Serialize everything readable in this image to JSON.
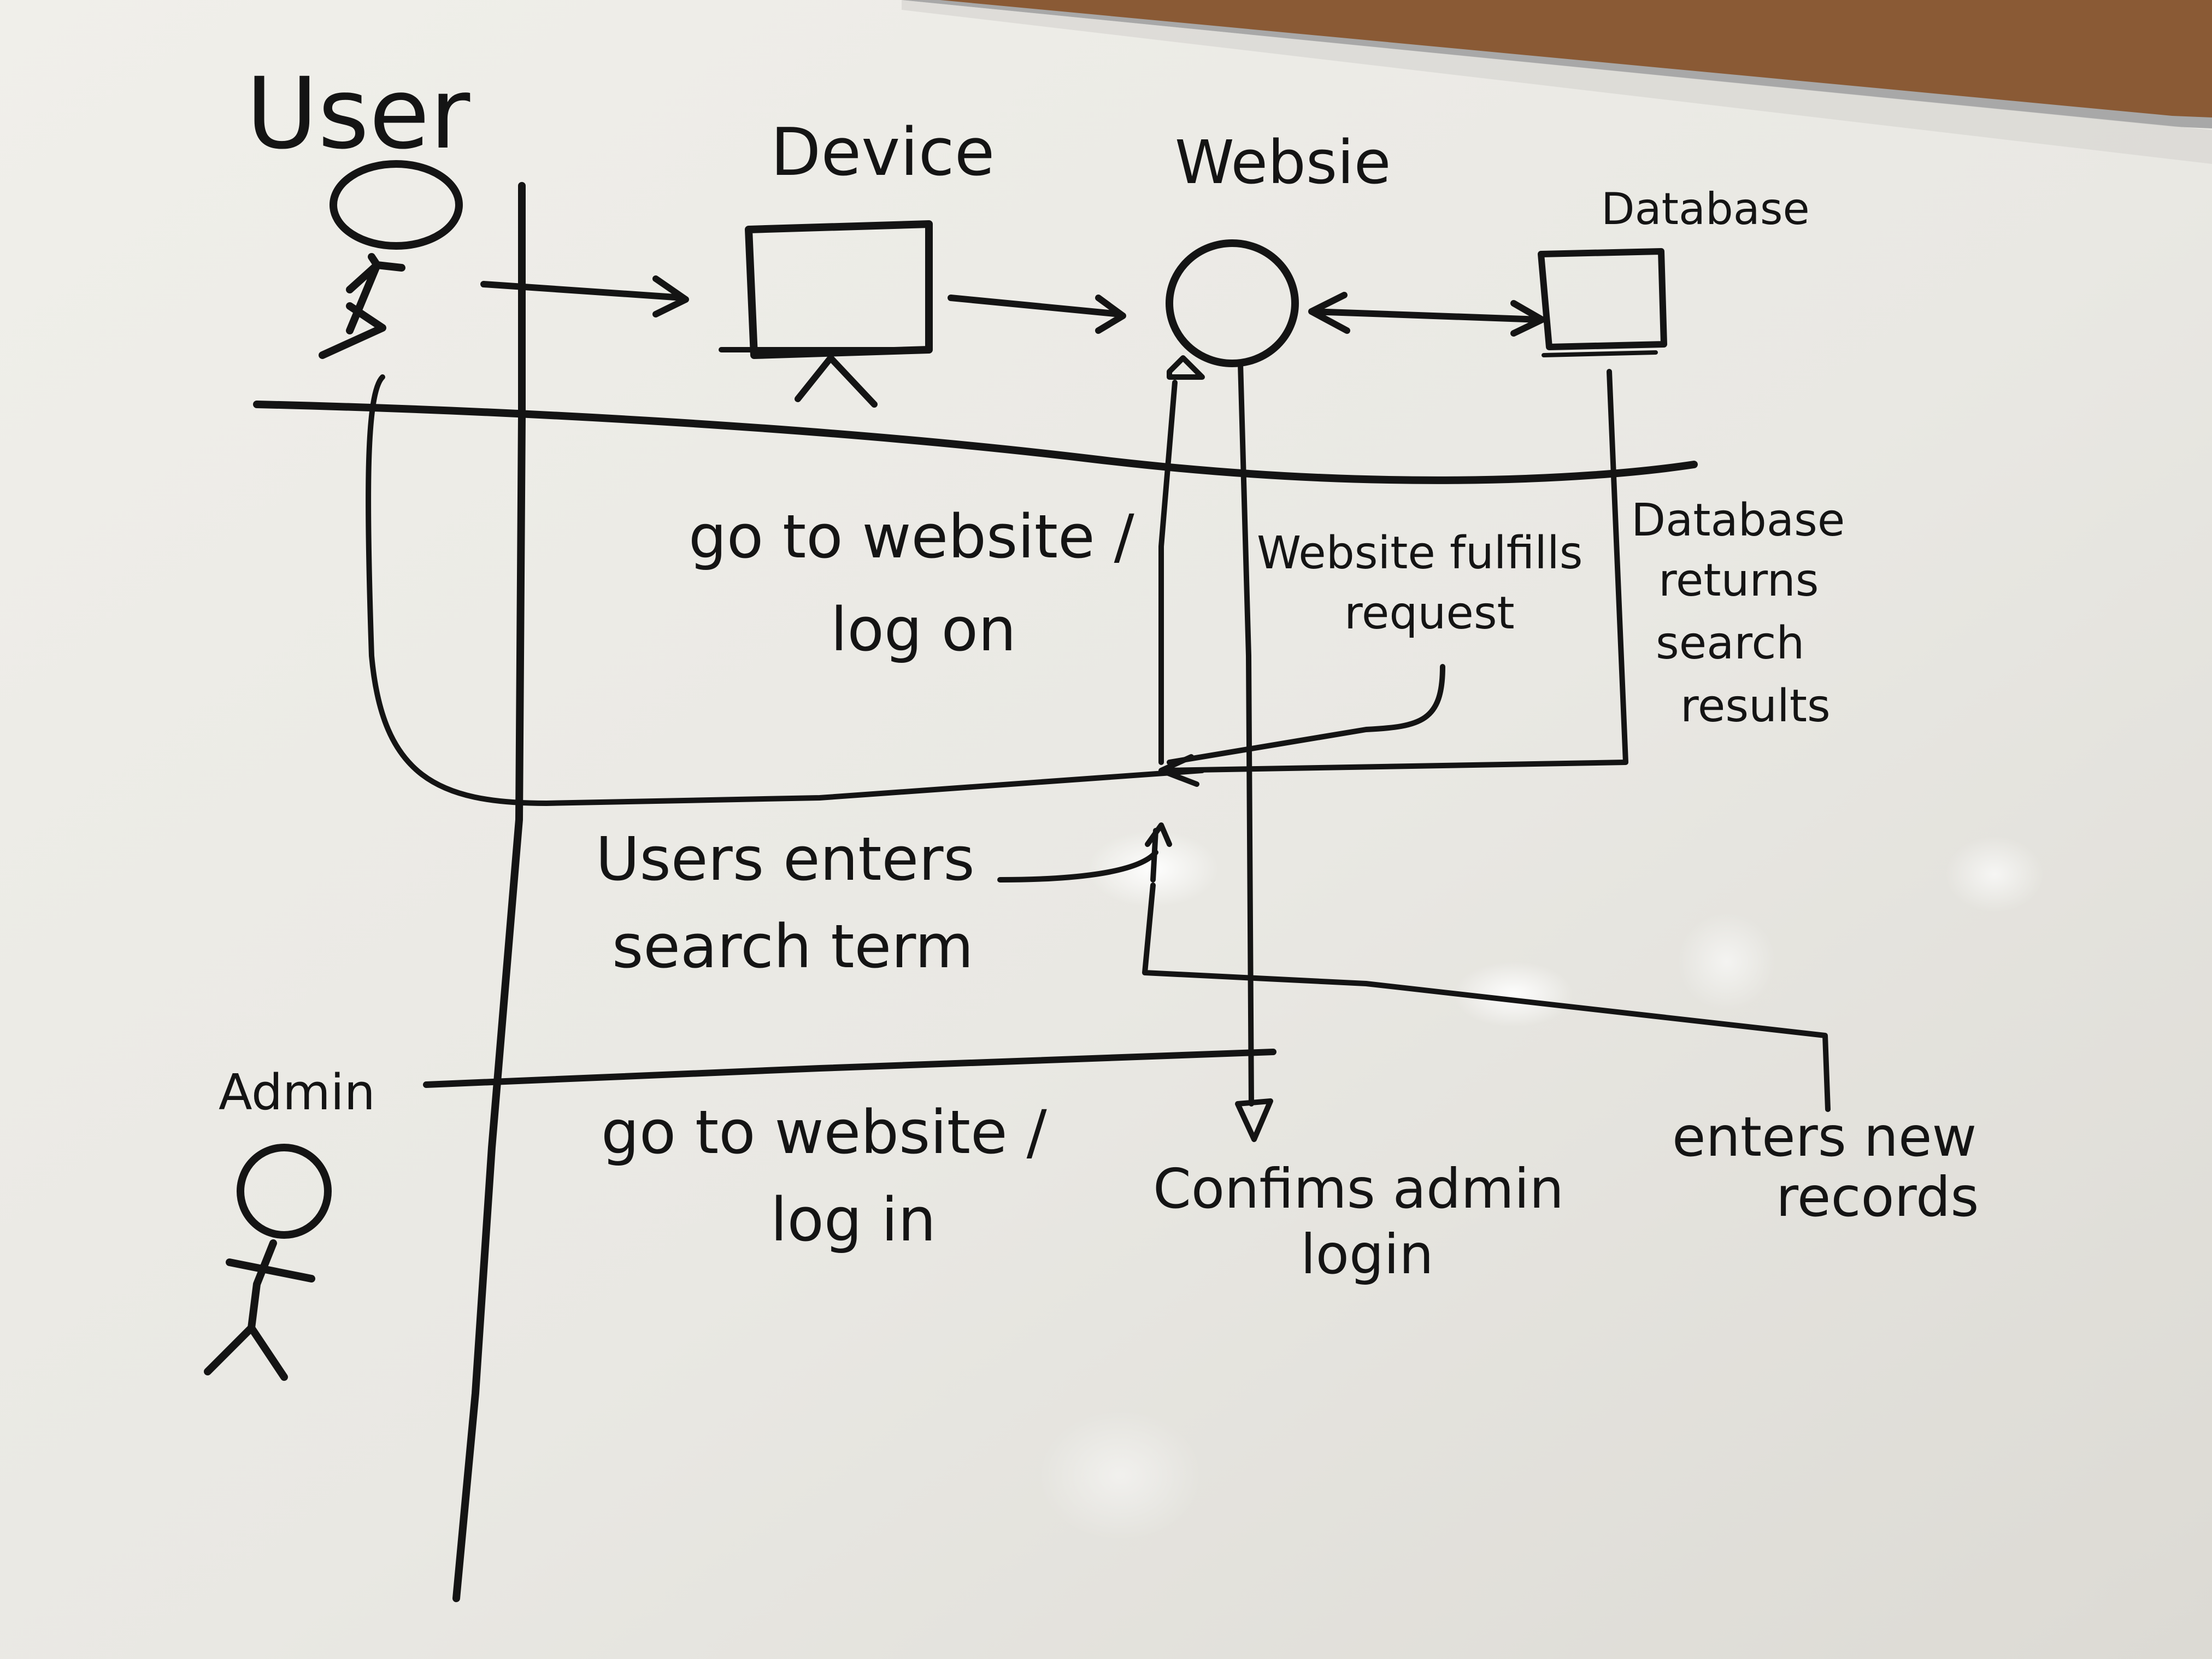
{
  "colors": {
    "board": "#ebeae5",
    "board_shadow": "#d2d0ca",
    "ink": "#141414",
    "frame_wood": "#8a5a35",
    "frame_metal": "#9a9a9a"
  },
  "actors": {
    "user": "User",
    "admin": "Admin"
  },
  "headers": {
    "device": "Device",
    "website": "Websie",
    "database": "Database"
  },
  "notes": {
    "go_to_website_1": "go to website /",
    "log_on": "log on",
    "website_fulfills": "Website fulfills",
    "request": "request",
    "database_returns": "Database",
    "database_returns_2": "returns",
    "database_returns_3": "search",
    "database_returns_4": "results",
    "users_enters": "Users enters",
    "search_term": "search term",
    "go_to_website_2": "go to website /",
    "log_in": "log in",
    "confirms_admin": "Confims admin",
    "login": "login",
    "enters_new": "enters new",
    "records": "records"
  }
}
